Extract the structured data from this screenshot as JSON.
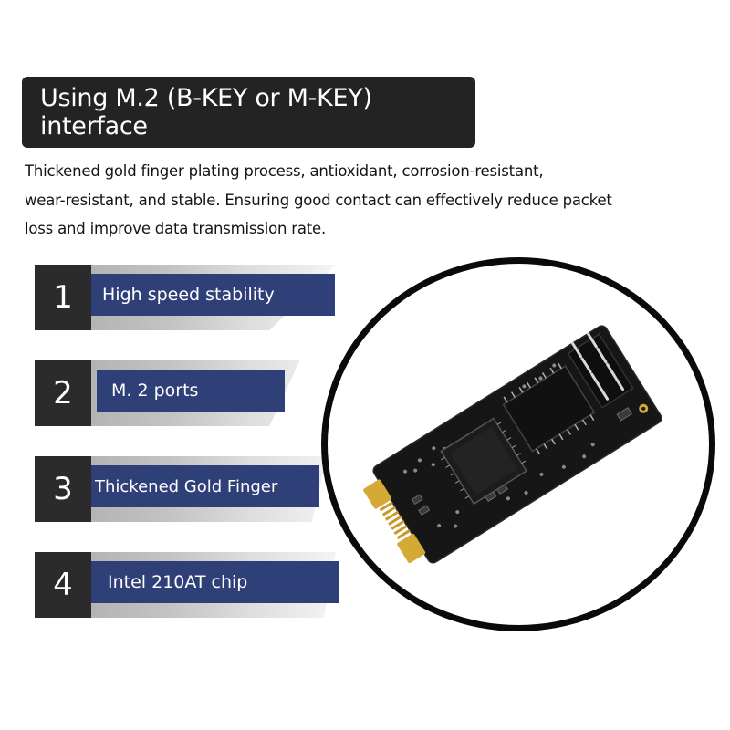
{
  "title": "Using M.2 (B-KEY or M-KEY) interface",
  "description_lines": [
    "Thickened gold finger plating process, antioxidant, corrosion-resistant,",
    "wear-resistant, and stable. Ensuring good contact can effectively reduce packet",
    "loss and improve data transmission rate."
  ],
  "features": [
    {
      "number": "1",
      "label": "High speed stability"
    },
    {
      "number": "2",
      "label": "M. 2 ports"
    },
    {
      "number": "3",
      "label": "Thickened Gold Finger"
    },
    {
      "number": "4",
      "label": "Intel 210AT chip"
    }
  ],
  "colors": {
    "title_bg": "#232323",
    "number_bg": "#2b2b2b",
    "label_bg": "#2f3f78",
    "circle_border": "#0a0a0a",
    "pcb": "#141414",
    "gold": "#d4a936"
  },
  "image": {
    "name": "m2-network-card-photo"
  }
}
